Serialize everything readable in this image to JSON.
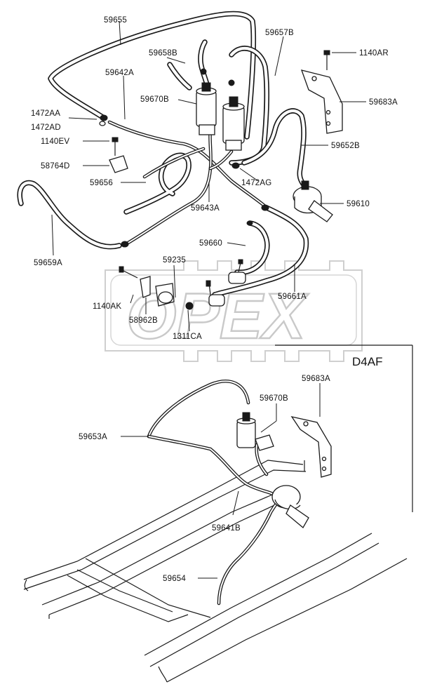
{
  "diagram": {
    "watermark": "OPEX",
    "engine_code": "D4AF",
    "labels": [
      {
        "id": "59655",
        "text": "59655"
      },
      {
        "id": "59658B",
        "text": "59658B"
      },
      {
        "id": "59657B",
        "text": "59657B"
      },
      {
        "id": "1140AR",
        "text": "1140AR"
      },
      {
        "id": "59642A",
        "text": "59642A"
      },
      {
        "id": "59670B_top",
        "text": "59670B"
      },
      {
        "id": "59683A_top",
        "text": "59683A"
      },
      {
        "id": "1472AA",
        "text": "1472AA"
      },
      {
        "id": "1472AD",
        "text": "1472AD"
      },
      {
        "id": "1140EV",
        "text": "1140EV"
      },
      {
        "id": "59652B",
        "text": "59652B"
      },
      {
        "id": "58764D",
        "text": "58764D"
      },
      {
        "id": "59656",
        "text": "59656"
      },
      {
        "id": "1472AG",
        "text": "1472AG"
      },
      {
        "id": "59643A",
        "text": "59643A"
      },
      {
        "id": "59610",
        "text": "59610"
      },
      {
        "id": "59660",
        "text": "59660"
      },
      {
        "id": "59659A",
        "text": "59659A"
      },
      {
        "id": "59235",
        "text": "59235"
      },
      {
        "id": "59661A",
        "text": "59661A"
      },
      {
        "id": "1140AK",
        "text": "1140AK"
      },
      {
        "id": "58962B",
        "text": "58962B"
      },
      {
        "id": "1311CA",
        "text": "1311CA"
      },
      {
        "id": "59683A_bottom",
        "text": "59683A"
      },
      {
        "id": "59670B_bottom",
        "text": "59670B"
      },
      {
        "id": "59653A",
        "text": "59653A"
      },
      {
        "id": "59641B",
        "text": "59641B"
      },
      {
        "id": "59654",
        "text": "59654"
      }
    ]
  }
}
